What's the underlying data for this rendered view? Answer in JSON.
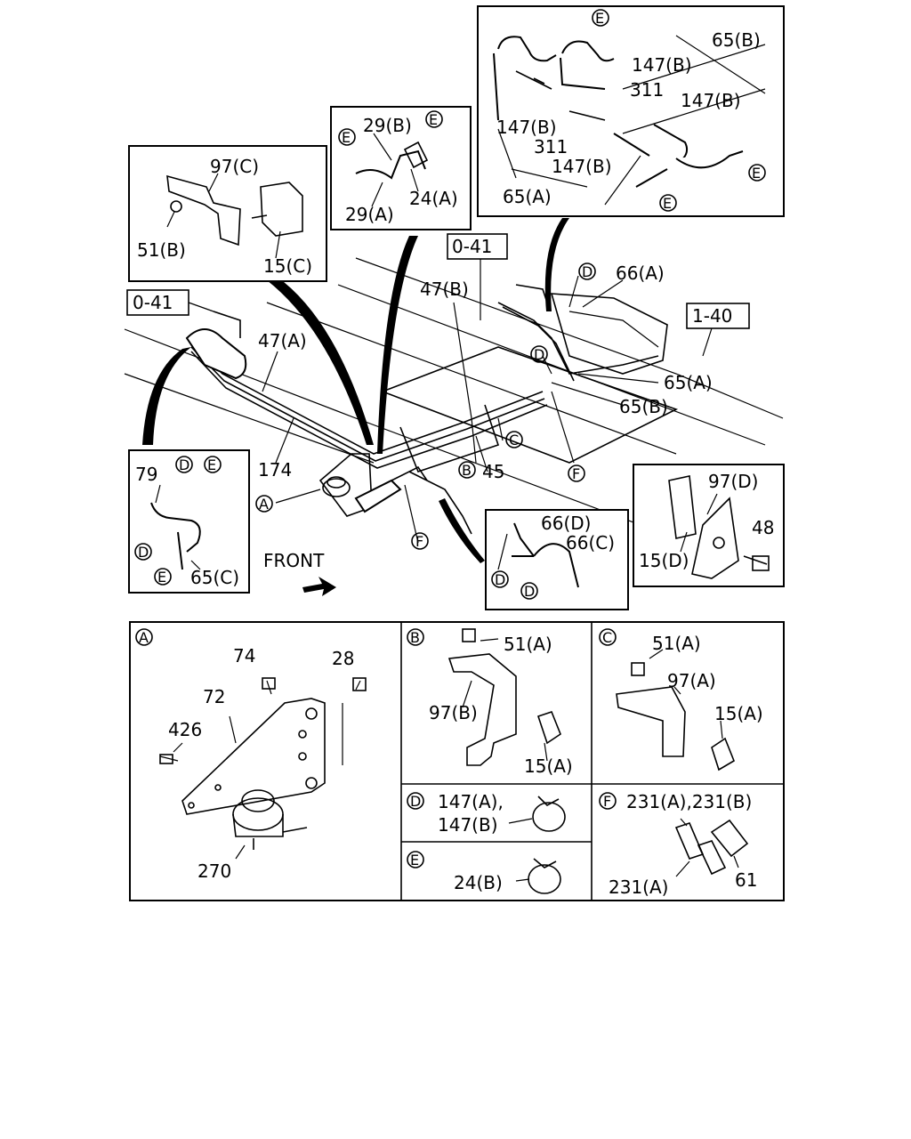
{
  "figure": {
    "labels": {
      "p65B_top": "65(B)",
      "p147B_1": "147(B)",
      "p311_1": "311",
      "p147B_2": "147(B)",
      "p147B_3": "147(B)",
      "p311_2": "311",
      "p147B_4": "147(B)",
      "p65A_top": "65(A)",
      "p29B": "29(B)",
      "p24A": "24(A)",
      "p29A": "29(A)",
      "p97C": "97(C)",
      "p51B": "51(B)",
      "p15C": "15(C)",
      "ref_041_a": "0-41",
      "ref_041_b": "0-41",
      "ref_140": "1-40",
      "p47B": "47(B)",
      "p66A": "66(A)",
      "p47A": "47(A)",
      "p65A_main": "65(A)",
      "p65B_main": "65(B)",
      "p174": "174",
      "p45": "45",
      "p79": "79",
      "p65C": "65(C)",
      "front": "FRONT",
      "p97D": "97(D)",
      "p48": "48",
      "p15D": "15(D)",
      "p66D": "66(D)",
      "p66C": "66(C)",
      "p74": "74",
      "p28": "28",
      "p72": "72",
      "p426": "426",
      "p270": "270",
      "p51A_b": "51(A)",
      "p97B": "97(B)",
      "p15A_b": "15(A)",
      "p51A_c": "51(A)",
      "p97A": "97(A)",
      "p15A_c": "15(A)",
      "p147A147B_1": "147(A),",
      "p147A147B_2": "147(B)",
      "p231AB": "231(A),231(B)",
      "p231A": "231(A)",
      "p61": "61",
      "p24B": "24(B)"
    },
    "callouts": {
      "A": "A",
      "B": "B",
      "C": "C",
      "D": "D",
      "E": "E",
      "F": "F"
    }
  }
}
